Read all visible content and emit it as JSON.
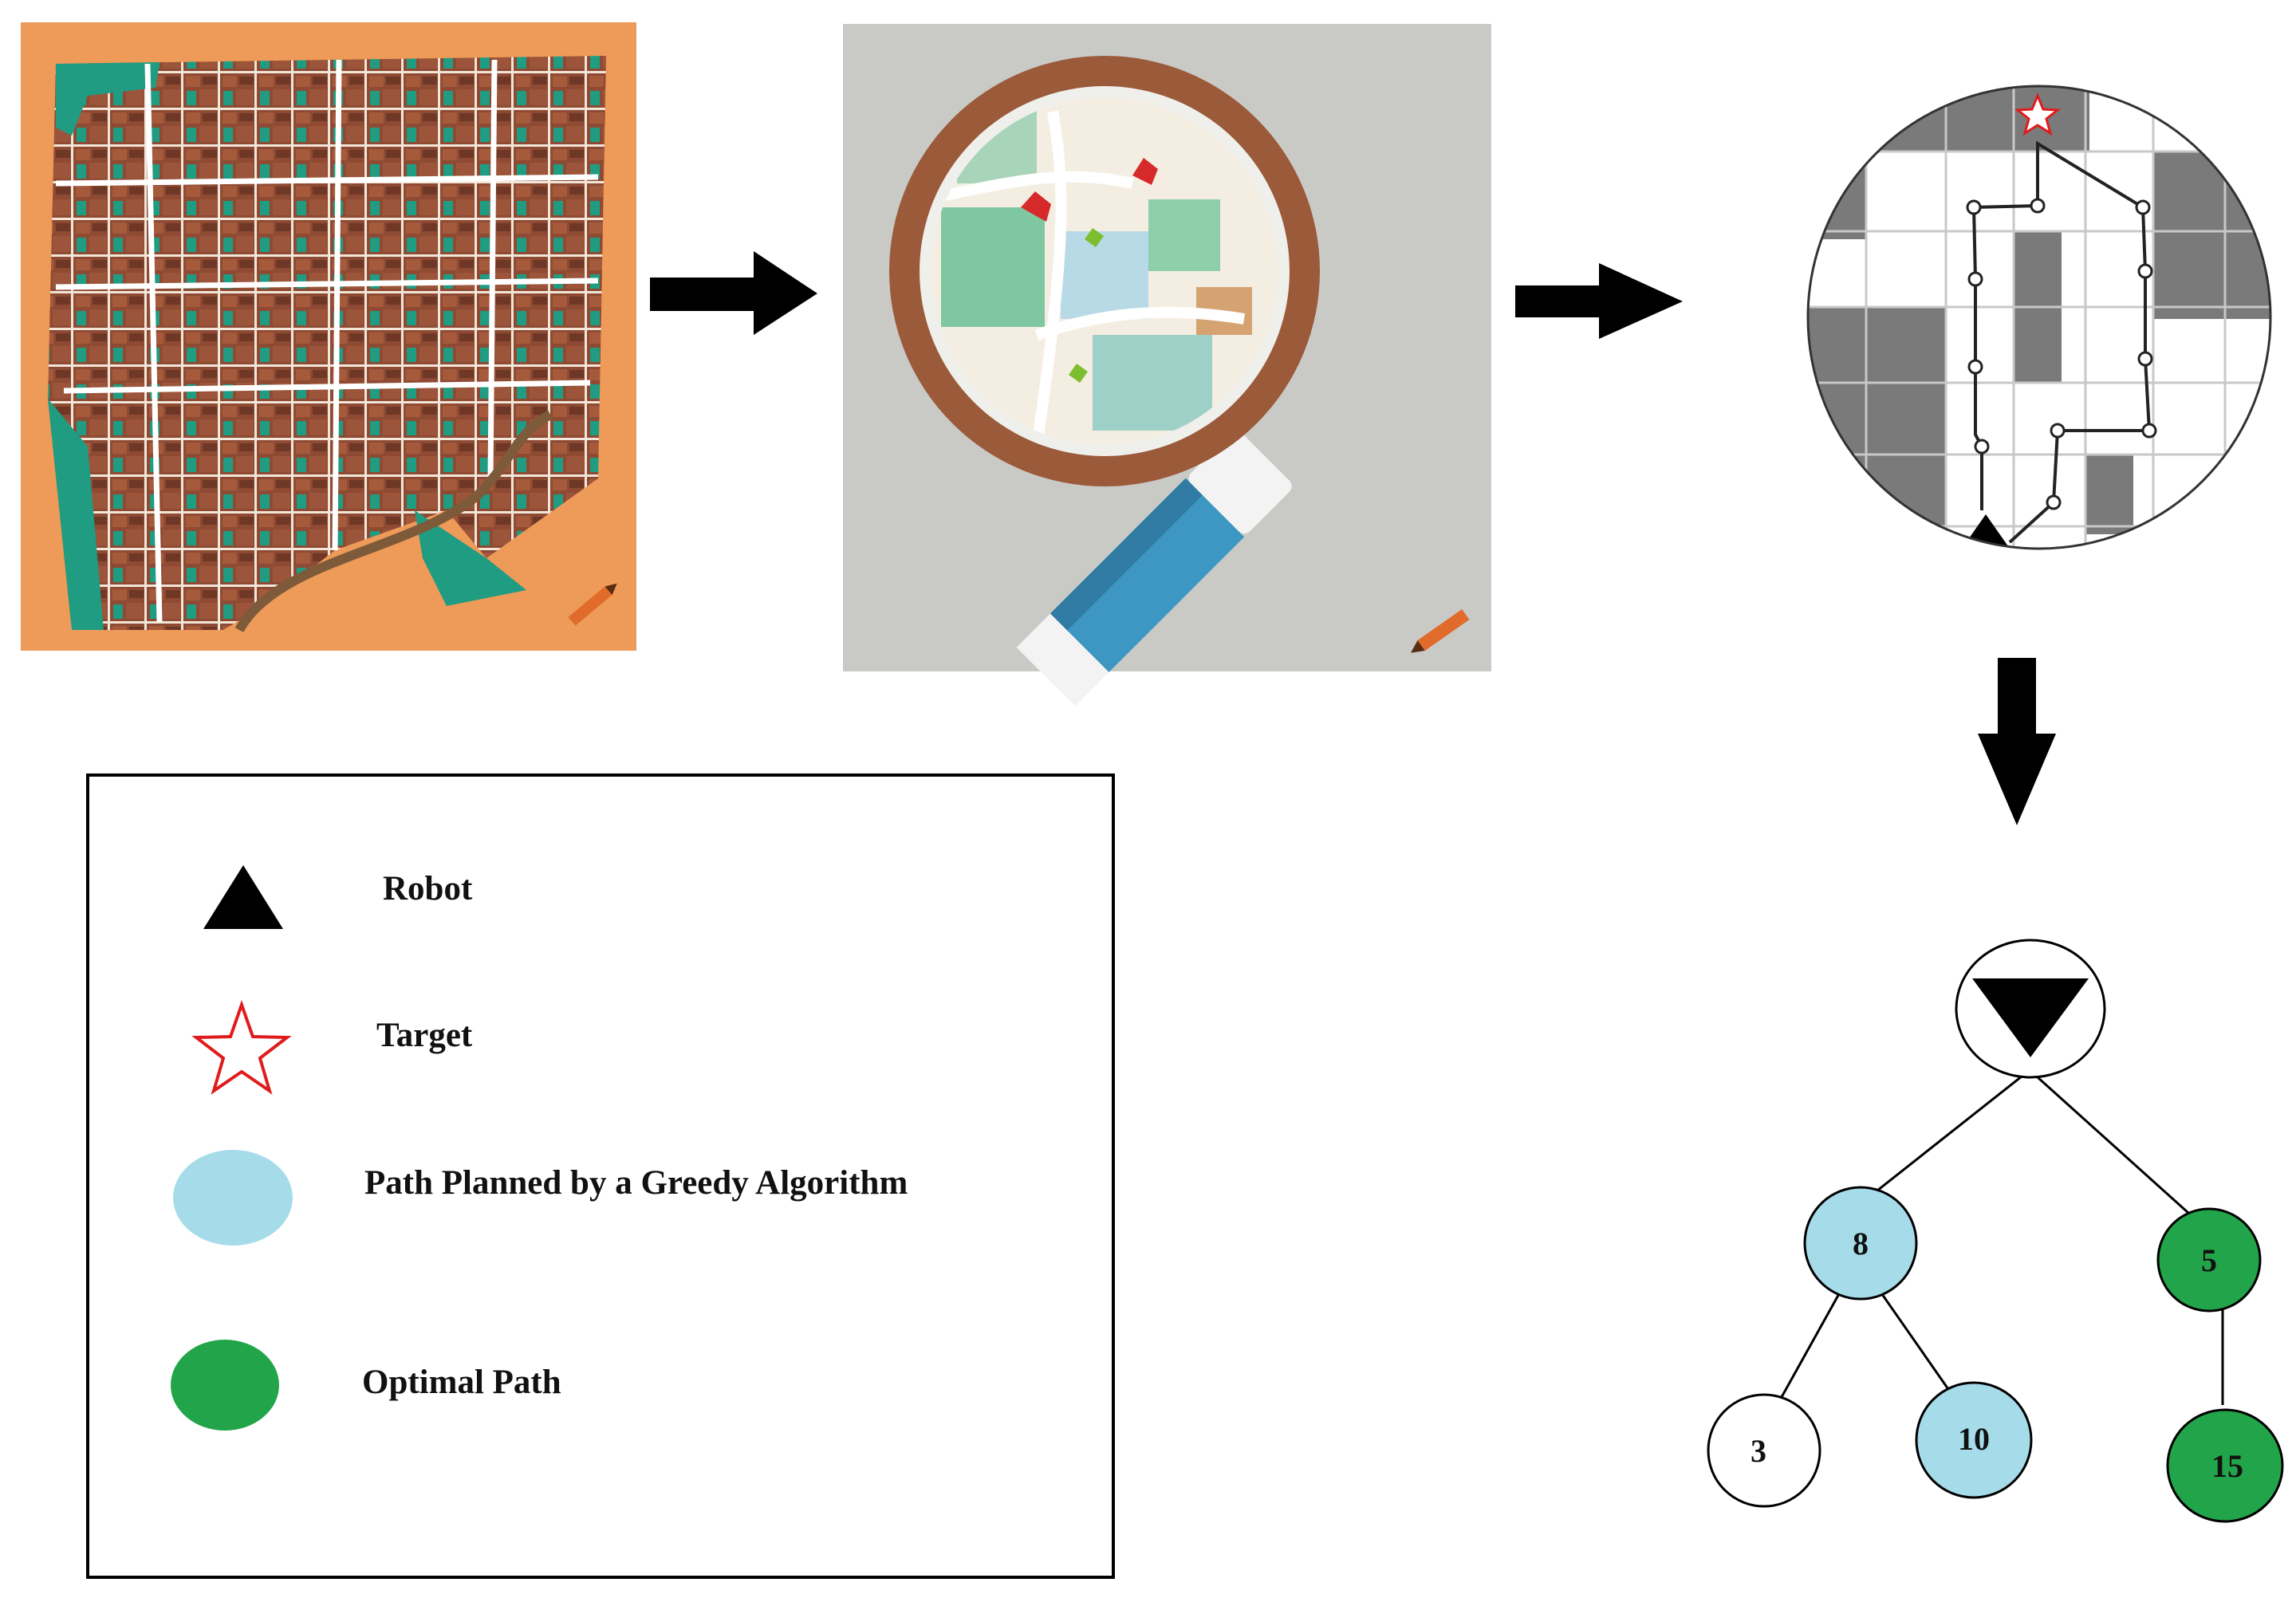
{
  "colors": {
    "map_orange": "#EE9A58",
    "map_block": "#8E4A33",
    "map_green": "#1F9C82",
    "map_road": "#FFFFFF",
    "panel_gray": "#C9CAC6",
    "lens_rim": "#9B5A3A",
    "handle_blue": "#3E97C3",
    "grid_dark": "#7A7A7A",
    "greedy": "#A6DCEA",
    "optimal": "#22A54A",
    "target_red": "#E01B1B",
    "arrow": "#000000"
  },
  "icons": {
    "map_panel": "city-map-icon",
    "magnifier_panel": "magnifying-glass-map-icon",
    "grid_panel": "grid-path-circle-icon",
    "robot": "black-triangle-icon",
    "target": "red-star-outline-icon"
  },
  "legend": {
    "items": [
      {
        "label": "Robot",
        "icon": "robot-triangle-icon"
      },
      {
        "label": "Target",
        "icon": "target-star-icon"
      },
      {
        "label": "Path Planned by a Greedy Algorithm",
        "icon": "greedy-ellipse-icon"
      },
      {
        "label": "Optimal Path",
        "icon": "optimal-ellipse-icon"
      }
    ]
  },
  "tree": {
    "root": {
      "symbol": "robot"
    },
    "nodes": [
      {
        "id": "n8",
        "label": "8",
        "path": "greedy"
      },
      {
        "id": "n5",
        "label": "5",
        "path": "optimal"
      },
      {
        "id": "n3",
        "label": "3",
        "path": "none"
      },
      {
        "id": "n10",
        "label": "10",
        "path": "greedy"
      },
      {
        "id": "n15",
        "label": "15",
        "path": "optimal"
      }
    ],
    "edges": [
      [
        "root",
        "n8"
      ],
      [
        "root",
        "n5"
      ],
      [
        "n8",
        "n3"
      ],
      [
        "n8",
        "n10"
      ],
      [
        "n5",
        "n15"
      ]
    ]
  }
}
